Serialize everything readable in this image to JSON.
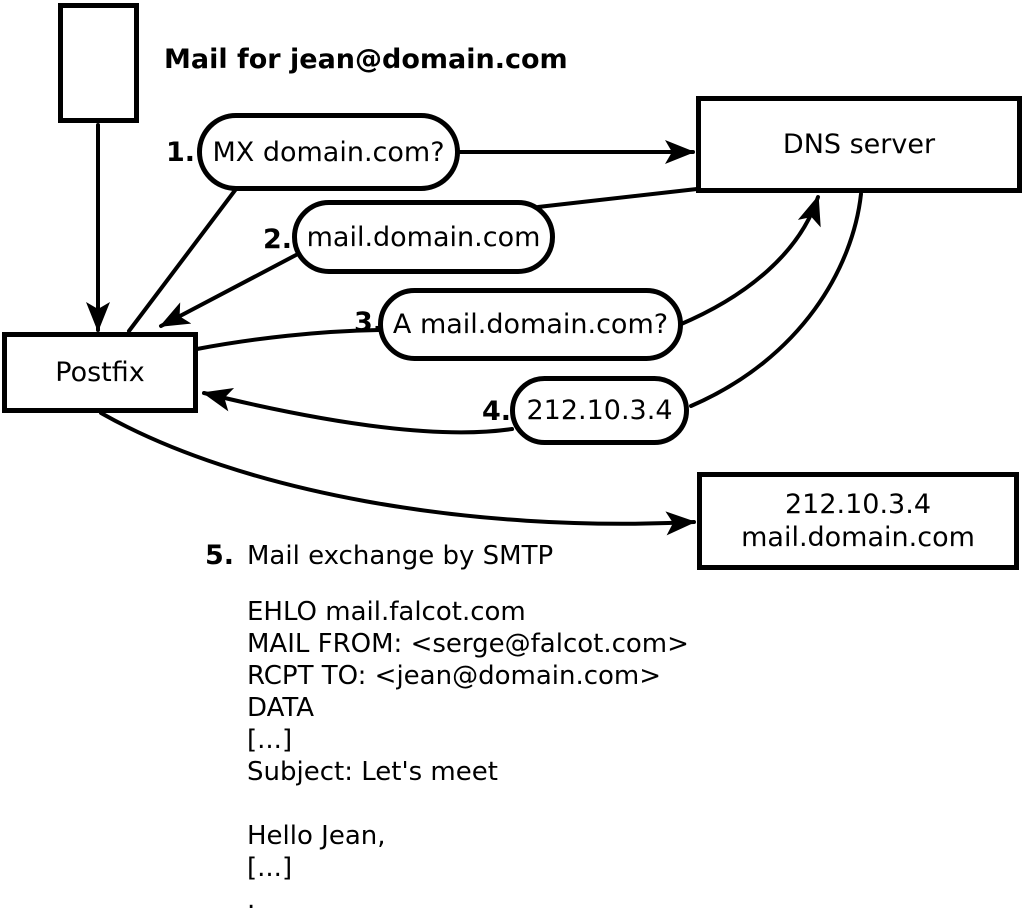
{
  "title_note": "Mail for jean@domain.com",
  "nodes": {
    "postfix": {
      "label": "Postfix"
    },
    "dns": {
      "label": "DNS server"
    },
    "mail_server": {
      "line1": "212.10.3.4",
      "line2": "mail.domain.com"
    }
  },
  "steps": [
    {
      "num": "1.",
      "label": "MX domain.com?"
    },
    {
      "num": "2.",
      "label": "mail.domain.com"
    },
    {
      "num": "3.",
      "label": "A mail.domain.com?"
    },
    {
      "num": "4.",
      "label": "212.10.3.4"
    },
    {
      "num": "5.",
      "label": "Mail exchange by SMTP"
    }
  ],
  "smtp_session": {
    "lines": [
      "EHLO mail.falcot.com",
      "MAIL FROM: <serge@falcot.com>",
      "RCPT TO: <jean@domain.com>",
      "DATA",
      "[...]",
      "Subject: Let's meet",
      "",
      "Hello Jean,",
      "[...]",
      "."
    ]
  },
  "colors": {
    "stroke": "#000000",
    "background": "#ffffff"
  }
}
